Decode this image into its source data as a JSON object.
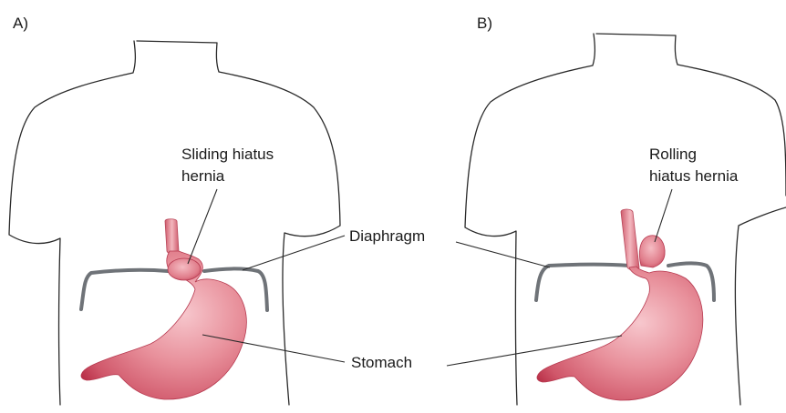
{
  "panels": [
    {
      "label": "A)",
      "hernia_label_line1": "Sliding hiatus",
      "hernia_label_line2": "hernia"
    },
    {
      "label": "B)",
      "hernia_label_line1": "Rolling",
      "hernia_label_line2": "hiatus hernia"
    }
  ],
  "shared_labels": {
    "diaphragm": "Diaphragm",
    "stomach": "Stomach"
  },
  "colors": {
    "stomach_fill": "#e6828f",
    "stomach_dark": "#c9364f",
    "stomach_light": "#f7c7cd",
    "diaphragm": "#6f7378",
    "outline": "#2a2a2a"
  }
}
